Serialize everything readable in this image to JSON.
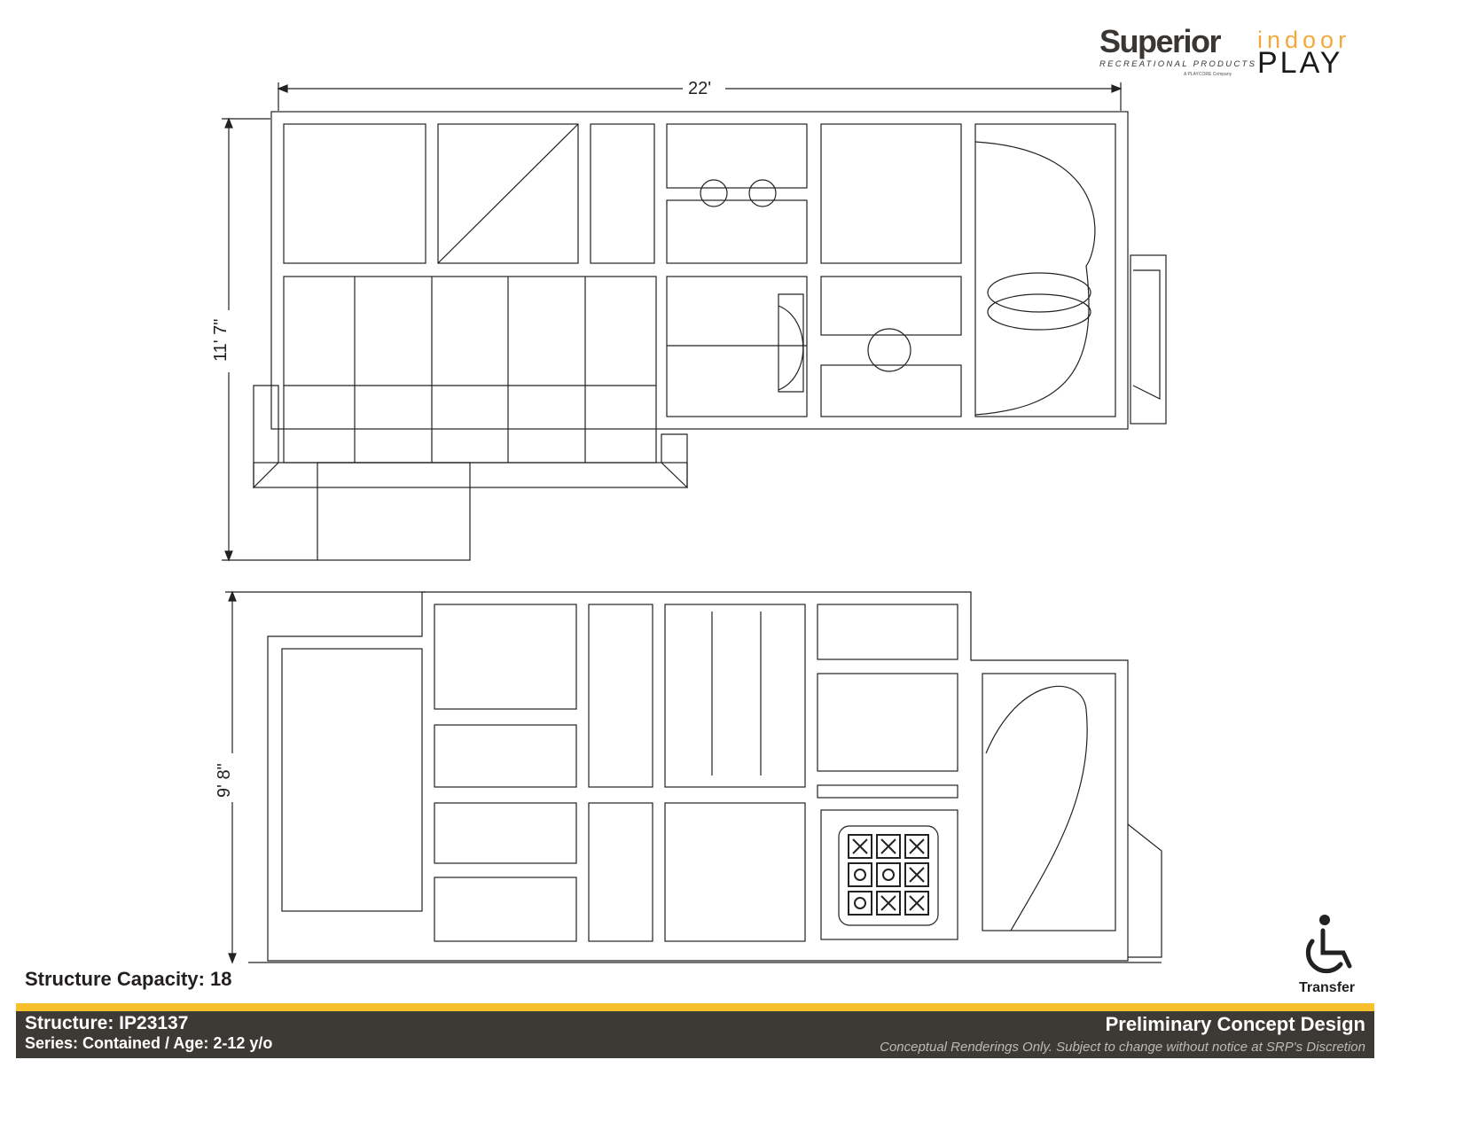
{
  "logo": {
    "brand": "Superior",
    "subtitle": "RECREATIONAL PRODUCTS",
    "parent": "A PLAYCORE Company",
    "product_line_top": "indoor",
    "product_line_bottom": "PLAY"
  },
  "plan_view": {
    "width_dim": "22'",
    "depth_dim": "11' 7\""
  },
  "elevation_view": {
    "height_dim": "9' 8\""
  },
  "capacity": "Structure Capacity: 18",
  "accessibility": {
    "icon": "wheelchair-icon",
    "label": "Transfer"
  },
  "footer": {
    "structure": "Structure: IP23137",
    "series": "Series: Contained / Age: 2-12 y/o",
    "title": "Preliminary Concept Design",
    "disclaimer": "Conceptual Renderings Only. Subject to change without notice at SRP's Discretion"
  },
  "colors": {
    "accent": "#f6c02d",
    "footer_bg": "#3d3a35",
    "indoor": "#f2a93b"
  }
}
